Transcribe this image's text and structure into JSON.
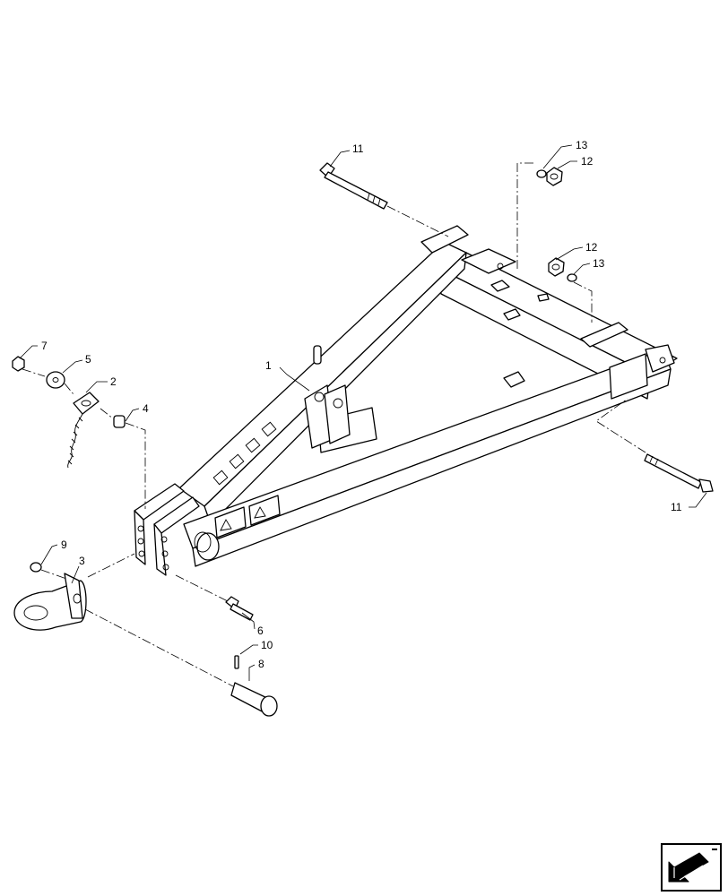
{
  "callouts": [
    {
      "id": "c1",
      "label": "1"
    },
    {
      "id": "c2",
      "label": "2"
    },
    {
      "id": "c3",
      "label": "3"
    },
    {
      "id": "c4",
      "label": "4"
    },
    {
      "id": "c5",
      "label": "5"
    },
    {
      "id": "c6",
      "label": "6"
    },
    {
      "id": "c7",
      "label": "7"
    },
    {
      "id": "c8",
      "label": "8"
    },
    {
      "id": "c9",
      "label": "9"
    },
    {
      "id": "c10",
      "label": "10"
    },
    {
      "id": "c11a",
      "label": "11"
    },
    {
      "id": "c11b",
      "label": "11"
    },
    {
      "id": "c12a",
      "label": "12"
    },
    {
      "id": "c12b",
      "label": "12"
    },
    {
      "id": "c13a",
      "label": "13"
    },
    {
      "id": "c13b",
      "label": "13"
    }
  ],
  "navigation": {
    "icon": "page-turn-arrow-icon"
  }
}
